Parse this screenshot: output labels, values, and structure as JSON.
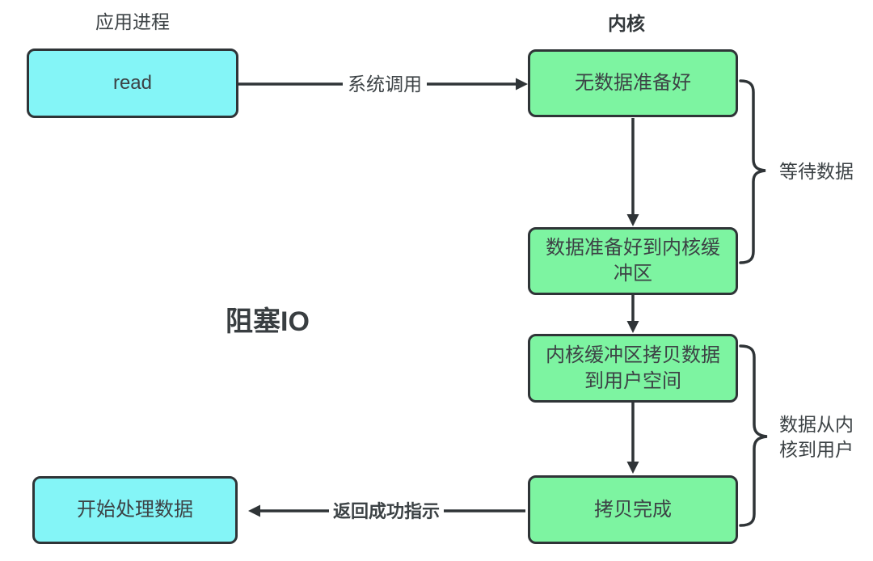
{
  "diagram": {
    "title": "阻塞IO",
    "columns": {
      "left_header": "应用进程",
      "right_header": "内核"
    },
    "nodes": {
      "read": "read",
      "no_data_ready": "无数据准备好",
      "data_ready_to_kernel_buffer": "数据准备好到内核缓冲区",
      "kernel_buffer_copy_to_user": "内核缓冲区拷贝数据到用户空间",
      "copy_complete": "拷贝完成",
      "start_processing": "开始处理数据"
    },
    "edges": {
      "syscall_label": "系统调用",
      "return_success_label": "返回成功指示"
    },
    "braces": {
      "wait_data": "等待数据",
      "data_kernel_to_user": "数据从内核到用户"
    },
    "colors": {
      "process_box_fill": "#84F5F7",
      "kernel_box_fill": "#7DF4A1",
      "stroke": "#2F3437",
      "text": "#3C4245",
      "background": "#FFFFFF"
    }
  }
}
